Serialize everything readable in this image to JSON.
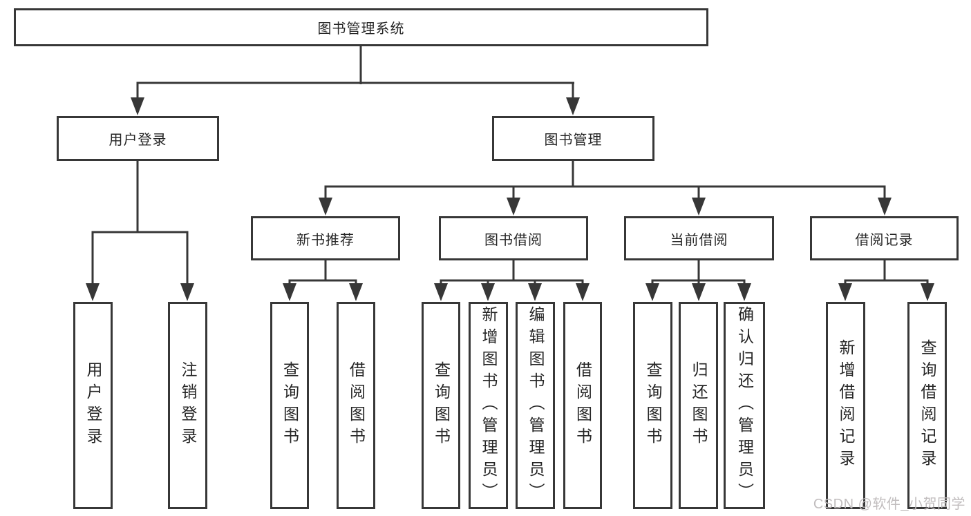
{
  "diagram": {
    "root": "图书管理系统",
    "level2": {
      "user_login": "用户登录",
      "book_mgmt": "图书管理"
    },
    "level3": {
      "new_books": "新书推荐",
      "book_borrow": "图书借阅",
      "current_borrow": "当前借阅",
      "borrow_records": "借阅记录"
    },
    "leaves": {
      "login": "用户登录",
      "logout": "注销登录",
      "nb_query": "查询图书",
      "nb_borrow": "借阅图书",
      "bb_query": "查询图书",
      "bb_add": "新增图书（管理员）",
      "bb_edit": "编辑图书（管理员）",
      "bb_borrow": "借阅图书",
      "cb_query": "查询图书",
      "cb_return": "归还图书",
      "cb_confirm": "确认归还（管理员）",
      "br_add": "新增借阅记录",
      "br_query": "查询借阅记录"
    }
  },
  "watermark": "CSDN @软件_小贺同学",
  "colors": {
    "line": "#373737",
    "box_border": "#373737",
    "text": "#262626",
    "background": "#ffffff",
    "watermark": "#c1bdbe"
  }
}
